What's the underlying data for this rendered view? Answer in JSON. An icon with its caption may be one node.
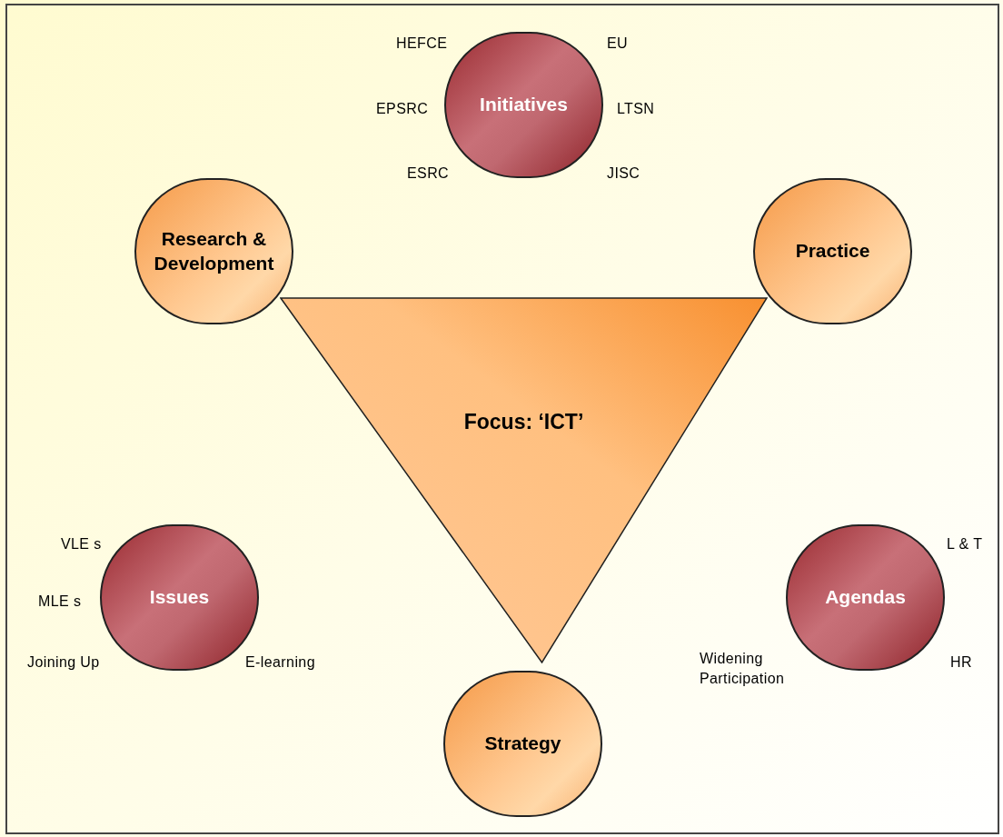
{
  "diagram": {
    "nodes": [
      {
        "text": [
          "Initiatives"
        ],
        "beside": [
          "HEFCE",
          "EU",
          "EPSRC",
          "LTSN",
          "ESRC",
          "JISC"
        ]
      },
      {
        "text": [
          "Research & Development"
        ]
      },
      {
        "text": [
          "Practice"
        ]
      },
      {
        "text": [
          "Focus: ‘ICT’"
        ]
      },
      {
        "text": [
          "Issues"
        ],
        "beside": [
          "VLE s",
          "MLE s",
          "Joining Up",
          "E-learning"
        ]
      },
      {
        "text": [
          "Agendas"
        ],
        "beside": [
          "L & T",
          "Widening Participation",
          "HR"
        ]
      },
      {
        "text": [
          "Strategy"
        ]
      }
    ]
  }
}
